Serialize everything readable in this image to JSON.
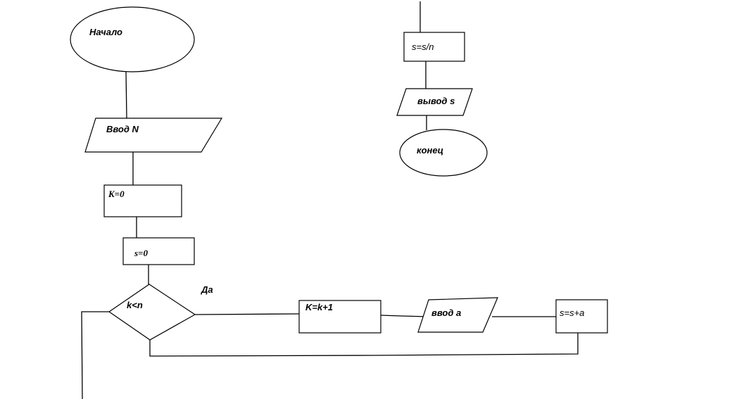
{
  "diagram": {
    "title": "",
    "colors": {
      "stroke": "#000000",
      "background": "#ffffff"
    },
    "nodes": {
      "start": {
        "type": "terminator",
        "label": "Начало"
      },
      "inputN": {
        "type": "io",
        "label": "Ввод N"
      },
      "k0": {
        "type": "process",
        "label": "K=0"
      },
      "s0": {
        "type": "process",
        "label": "s=0"
      },
      "cond": {
        "type": "decision",
        "label": "k<n"
      },
      "inc": {
        "type": "process",
        "label": "K=k+1"
      },
      "inputA": {
        "type": "io",
        "label": "ввод a"
      },
      "sum": {
        "type": "process",
        "label": "s=s+a"
      },
      "avg": {
        "type": "process",
        "label": "s=s/n"
      },
      "output": {
        "type": "io",
        "label": "вывод s"
      },
      "end": {
        "type": "terminator",
        "label": "конец"
      }
    },
    "edge_labels": {
      "yes": "Да"
    },
    "edges": [
      {
        "from": "start",
        "to": "inputN"
      },
      {
        "from": "inputN",
        "to": "k0"
      },
      {
        "from": "k0",
        "to": "s0"
      },
      {
        "from": "s0",
        "to": "cond"
      },
      {
        "from": "cond",
        "to": "inc",
        "label": "Да"
      },
      {
        "from": "inc",
        "to": "inputA"
      },
      {
        "from": "inputA",
        "to": "sum"
      },
      {
        "from": "sum",
        "to": "cond"
      },
      {
        "from": "cond",
        "to": "avg"
      },
      {
        "from": "avg",
        "to": "output"
      },
      {
        "from": "output",
        "to": "end"
      }
    ]
  }
}
